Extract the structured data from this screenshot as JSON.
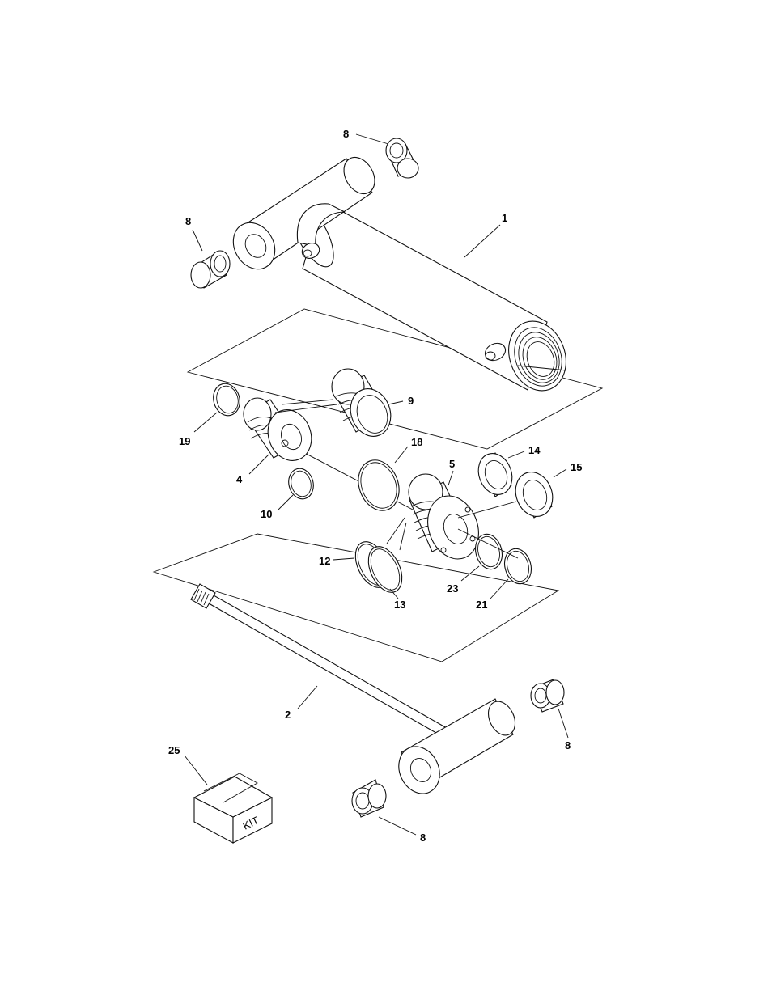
{
  "callouts": {
    "c8_top": "8",
    "c8_left": "8",
    "c1": "1",
    "c9": "9",
    "c19": "19",
    "c18": "18",
    "c14": "14",
    "c5": "5",
    "c15": "15",
    "c4": "4",
    "c10": "10",
    "c12": "12",
    "c23": "23",
    "c13": "13",
    "c21": "21",
    "c2": "2",
    "c25": "25",
    "c8_right": "8",
    "c8_bottom": "8"
  },
  "kit_label": "KIT"
}
